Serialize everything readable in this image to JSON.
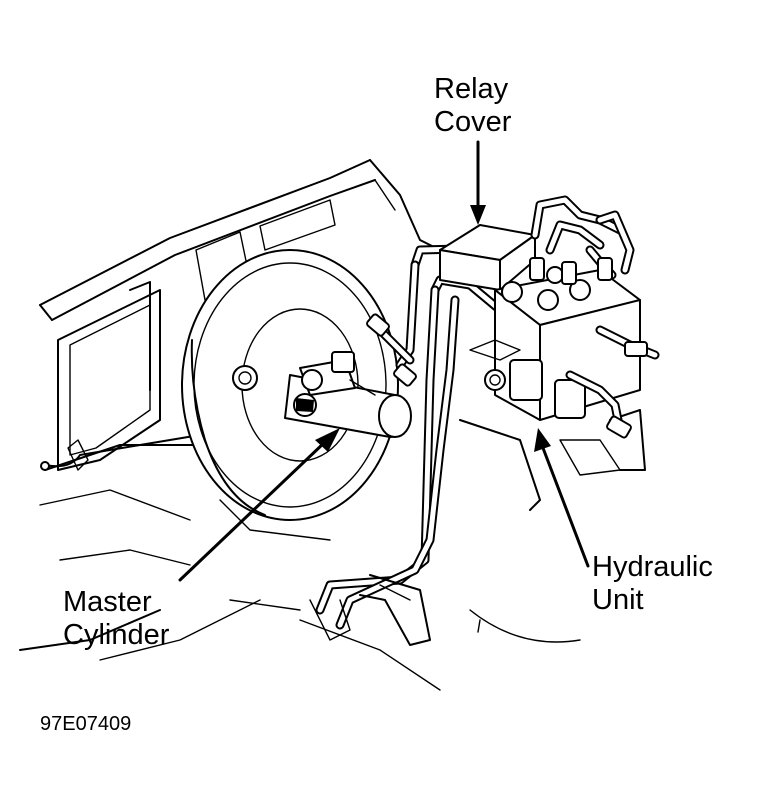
{
  "callouts": {
    "relay_cover": [
      "Relay",
      "Cover"
    ],
    "master_cylinder": [
      "Master",
      "Cylinder"
    ],
    "hydraulic_unit": [
      "Hydraulic",
      "Unit"
    ]
  },
  "figure_code": "97E07409"
}
